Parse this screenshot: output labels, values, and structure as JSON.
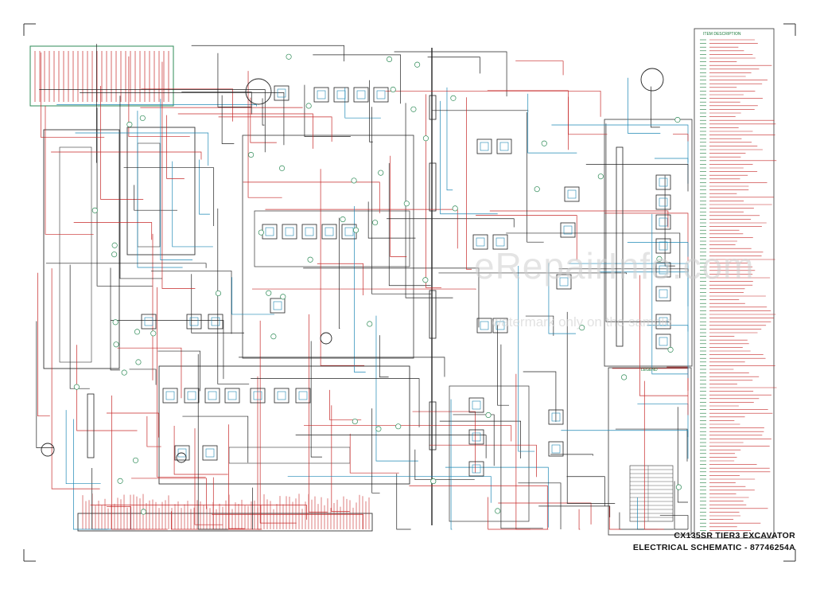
{
  "title": {
    "line1": "CX135SR TIER3  EXCAVATOR",
    "line2": "ELECTRICAL SCHEMATIC - 87746254A"
  },
  "watermark": {
    "main": "eRepairInfo.com",
    "sub": "watermark only on the sample"
  },
  "legend_title": "ITEM      DESCRIPTION",
  "legend_box_title": "LEGEND",
  "colors": {
    "wire_red": "#c62828",
    "wire_blue": "#1e88b5",
    "wire_black": "#222222",
    "component_green": "#2e8b57",
    "legend_text": "#1a7a3a"
  }
}
